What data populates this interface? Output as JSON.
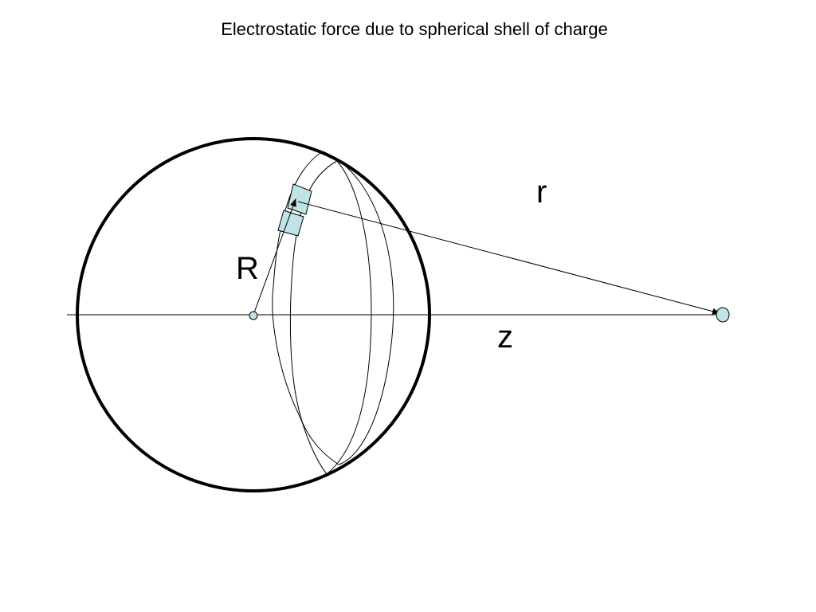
{
  "title": "Electrostatic force due to spherical shell of charge",
  "labels": {
    "radius": "R",
    "distance": "r",
    "axis_distance": "z"
  },
  "colors": {
    "line": "#000000",
    "charge_fill": "#bfe3e6",
    "background": "#ffffff"
  }
}
